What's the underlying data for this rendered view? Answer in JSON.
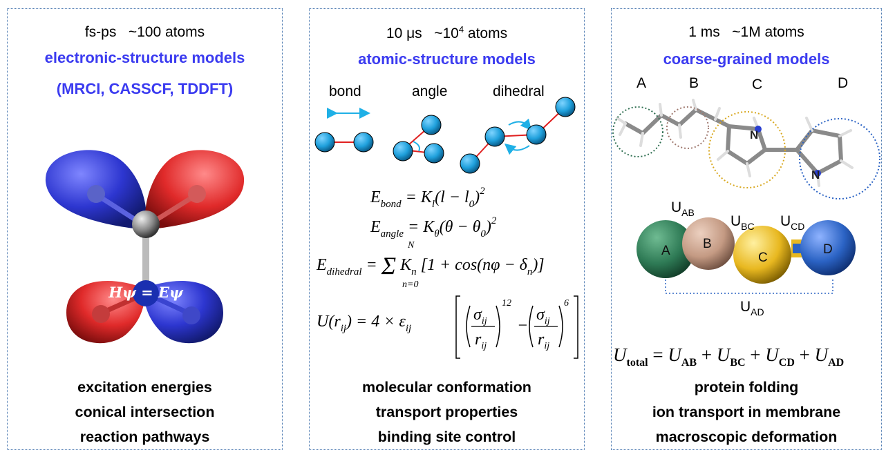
{
  "panels": [
    {
      "timescale": "fs-ps",
      "size": "~100 atoms",
      "title": "electronic-structure models",
      "subtitle": "(MRCI, CASSCF, TDDFT)",
      "figure_label": "Hψ = Eψ",
      "applications": [
        "excitation energies",
        "conical intersection",
        "reaction pathways"
      ]
    },
    {
      "timescale": "10 μs",
      "size_prefix": "~10",
      "size_exp": "4",
      "size_suffix": " atoms",
      "title": "atomic-structure models",
      "terms": [
        "bond",
        "angle",
        "dihedral"
      ],
      "equations": {
        "bond": "E_bond = K_l (l − l_0)^2",
        "angle": "E_angle = K_θ (θ − θ_0)^2",
        "dihedral": "E_dihedral = Σ_{n=0}^{N} K_n [1 + cos(nφ − δ_n)]",
        "lj": "U(r_ij) = 4 × ε_ij [(σ_ij / r_ij)^12 − (σ_ij / r_ij)^6]"
      },
      "applications": [
        "molecular conformation",
        "transport properties",
        "binding site control"
      ]
    },
    {
      "timescale": "1 ms",
      "size": "~1M atoms",
      "title": "coarse-grained models",
      "groups": [
        "A",
        "B",
        "C",
        "D"
      ],
      "beads": [
        "A",
        "B",
        "C",
        "D"
      ],
      "potentials": [
        "AB",
        "BC",
        "CD",
        "AD"
      ],
      "total_equation": "U_total = U_AB + U_BC + U_CD + U_AD",
      "applications": [
        "protein folding",
        "ion transport in membrane",
        "macroscopic deformation"
      ]
    }
  ],
  "colors": {
    "title_blue": "#3b3bf0",
    "border": "#4a78b0",
    "lobe_blue": "#2d36d0",
    "lobe_red": "#e02a2a",
    "atom_blue": "#1fa0dc",
    "bead_A": "#2e7a55",
    "bead_B": "#c49a83",
    "bead_C": "#e8b820",
    "bead_D": "#2b63c4"
  }
}
